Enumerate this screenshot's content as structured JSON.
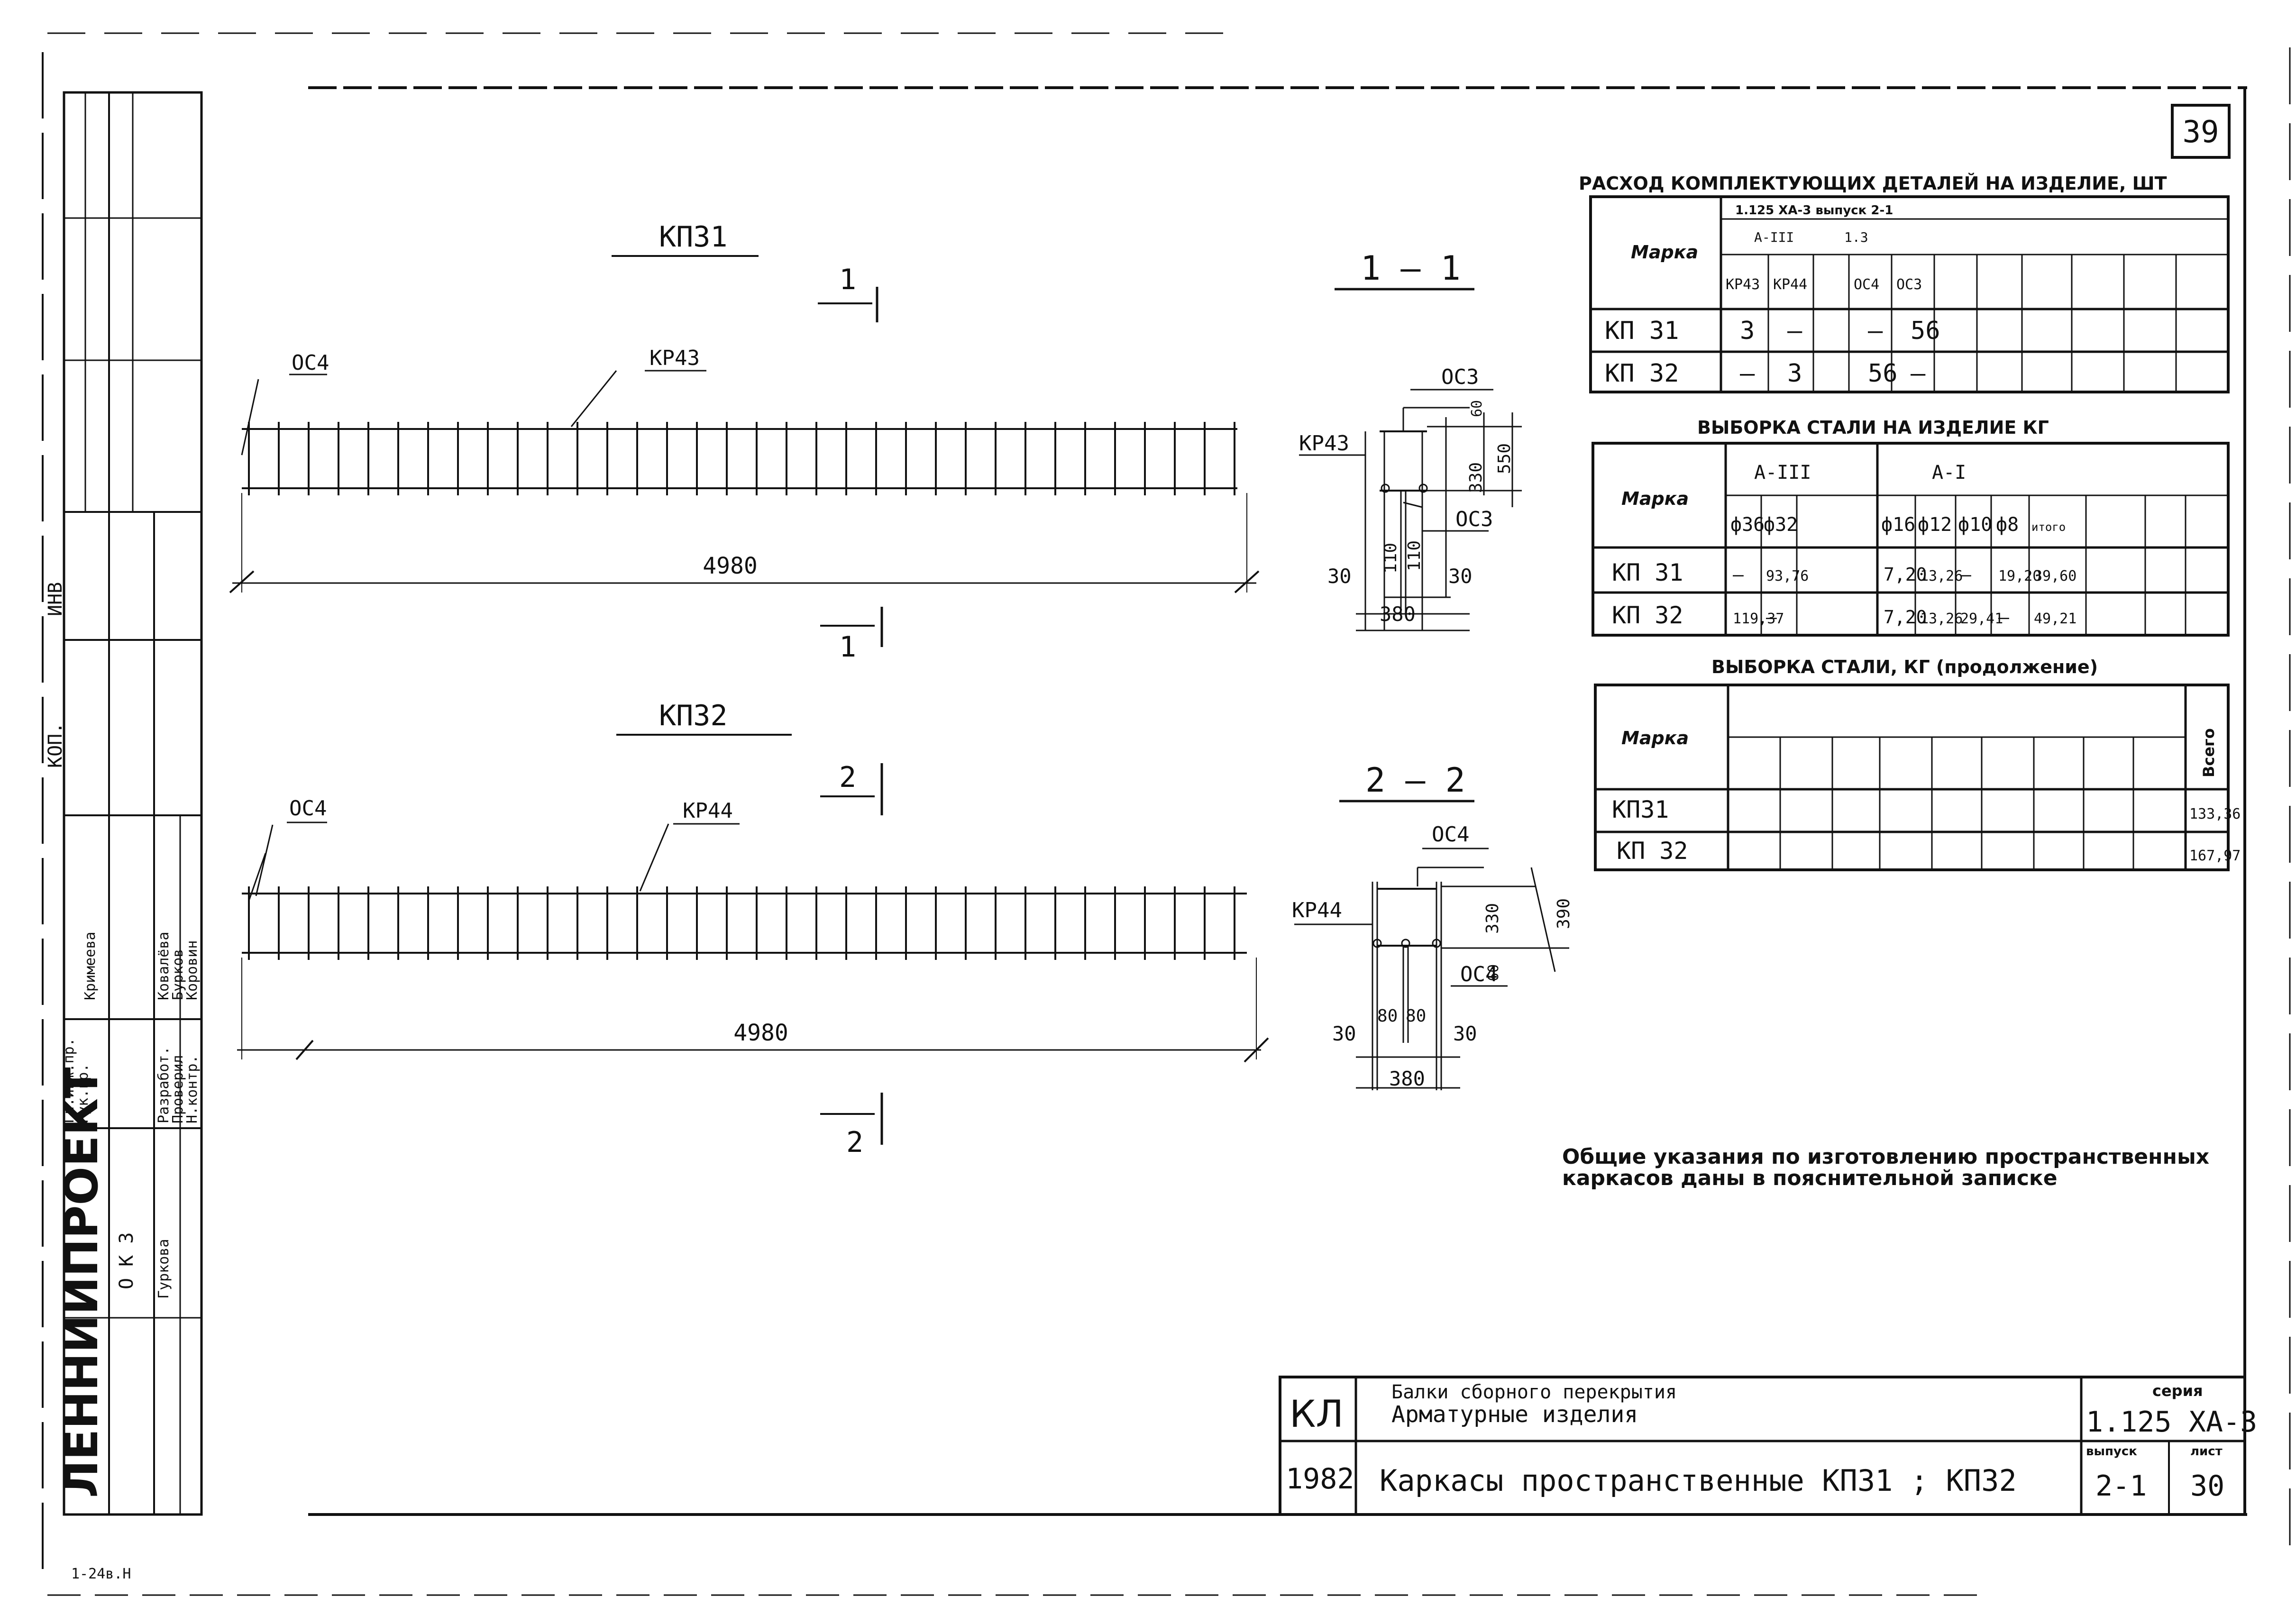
{
  "sheet_number": "39",
  "stamp": {
    "org": "ЛЕННИИПРОЕКТ",
    "dept": "О К З",
    "rows": [
      "Гл.инж.пр.",
      "Рук.гр.",
      "Разработ.",
      "Проверил",
      "Н.контр."
    ],
    "names": [
      "Кримеева",
      "Ковалёва",
      "Бурков",
      "Коровин",
      "Гуркова"
    ],
    "inv": "ИНВ",
    "cut": "КОП."
  },
  "footer_mark": "1-24в.Н",
  "views": {
    "kp31": {
      "title": "КП31",
      "section_label": "1",
      "detail_left": "ОС4",
      "detail_top": "КР43",
      "length": "4980"
    },
    "kp32": {
      "title": "КП32",
      "section_label": "2",
      "detail_left": "ОС4",
      "detail_top": "КР44",
      "length": "4980"
    }
  },
  "sections": {
    "s1": {
      "title": "1 — 1",
      "frame": "КР43",
      "top": "ОС3",
      "mid": "ОС3",
      "dims": [
        "30",
        "110",
        "110",
        "30",
        "380",
        "330",
        "60",
        "550"
      ]
    },
    "s2": {
      "title": "2 — 2",
      "frame": "КР44",
      "top": "ОС4",
      "mid": "ОС4",
      "dims": [
        "30",
        "80",
        "80",
        "30",
        "380",
        "330",
        "60",
        "390"
      ]
    }
  },
  "table1": {
    "title": "РАСХОД КОМПЛЕКТУЮЩИХ ДЕТАЛЕЙ НА ИЗДЕЛИЕ, ШТ",
    "series": "1.125 ХА-3  выпуск 2-1",
    "mark_header": "Марка",
    "group_a": "А-III",
    "group_b": "1.3",
    "cols": [
      "КР43",
      "КР44",
      "",
      "ОС4",
      "ОС3"
    ],
    "rows": [
      {
        "mark": "КП 31",
        "values": [
          "3",
          "—",
          "",
          "—",
          "56"
        ]
      },
      {
        "mark": "КП 32",
        "values": [
          "—",
          "3",
          "",
          "56",
          "—"
        ]
      }
    ]
  },
  "table2": {
    "title": "ВЫБОРКА СТАЛИ НА ИЗДЕЛИЕ  КГ",
    "mark_header": "Марка",
    "group_a": "А-III",
    "group_b": "А-I",
    "cols": [
      "ф36",
      "ф32",
      "ф16",
      "ф12",
      "ф10",
      "ф8",
      "итого"
    ],
    "rows": [
      {
        "mark": "КП 31",
        "values": [
          "—",
          "93,76",
          "7,20",
          "13,26",
          "—",
          "19,20",
          "39,60"
        ]
      },
      {
        "mark": "КП 32",
        "values": [
          "119,37",
          "—",
          "7,20",
          "13,26",
          "29,41",
          "—",
          "49,21"
        ]
      }
    ]
  },
  "table3": {
    "title": "ВЫБОРКА СТАЛИ,  КГ (продолжение)",
    "mark_header": "Марка",
    "total_header": "Всего",
    "rows": [
      {
        "mark": "КП31",
        "total": "133,36"
      },
      {
        "mark": "КП 32",
        "total": "167,97"
      }
    ]
  },
  "note": {
    "line1": "Общие указания по изготовлению пространственных",
    "line2": "каркасов даны в пояснительной записке"
  },
  "title_block": {
    "code": "КЛ",
    "year": "1982",
    "line1": "Балки сборного перекрытия",
    "line1b": "Арматурные изделия",
    "line2": "Каркасы пространственные  КП31 ; КП32",
    "series_label": "серия",
    "series": "1.125 ХА-3",
    "issue_label": "выпуск",
    "issue": "2-1",
    "sheet_label": "лист",
    "sheet": "30"
  }
}
